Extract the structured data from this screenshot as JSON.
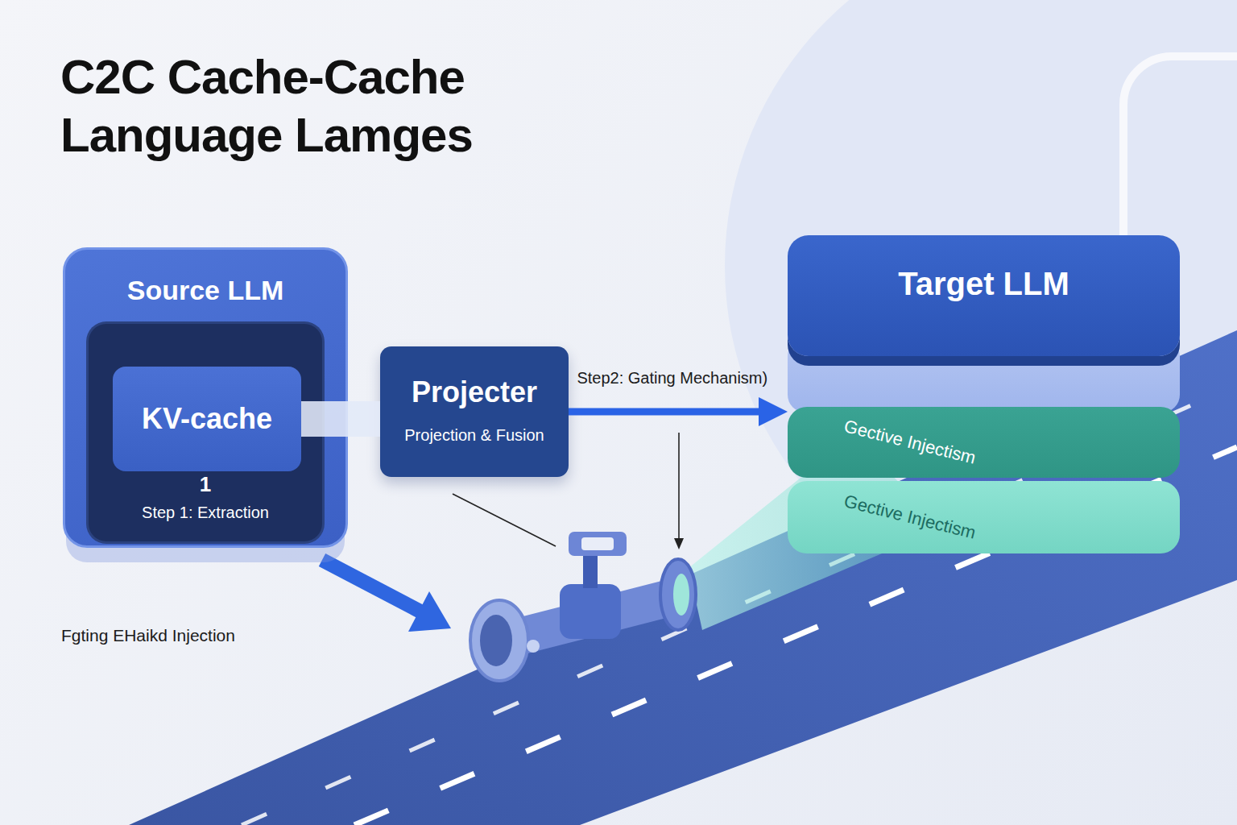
{
  "diagram": {
    "title": "C2C Cache-Cache Language Lamges",
    "nodes": [
      {
        "text": [
          "Source LLM"
        ]
      },
      {
        "text": [
          "1",
          "Step 1: Extraction"
        ],
        "in": 0
      },
      {
        "text": [
          "KV-cache"
        ],
        "in": 1
      },
      {
        "text": [
          "Projecter",
          "Projection & Fusion"
        ]
      },
      {
        "text": [
          "Target LLM"
        ]
      },
      {
        "text": [
          "Gective Injectism"
        ],
        "in": 4
      },
      {
        "text": [
          "Gective Injectism"
        ],
        "in": 4
      }
    ],
    "edges": [
      {
        "from": 2,
        "to": 3,
        "arrow": "none"
      },
      {
        "from": 3,
        "to": 4,
        "label": "Step2: Gating Mechanism)",
        "arrow": "to"
      }
    ],
    "labels": [
      "Fgting EHaikd Injection"
    ]
  }
}
